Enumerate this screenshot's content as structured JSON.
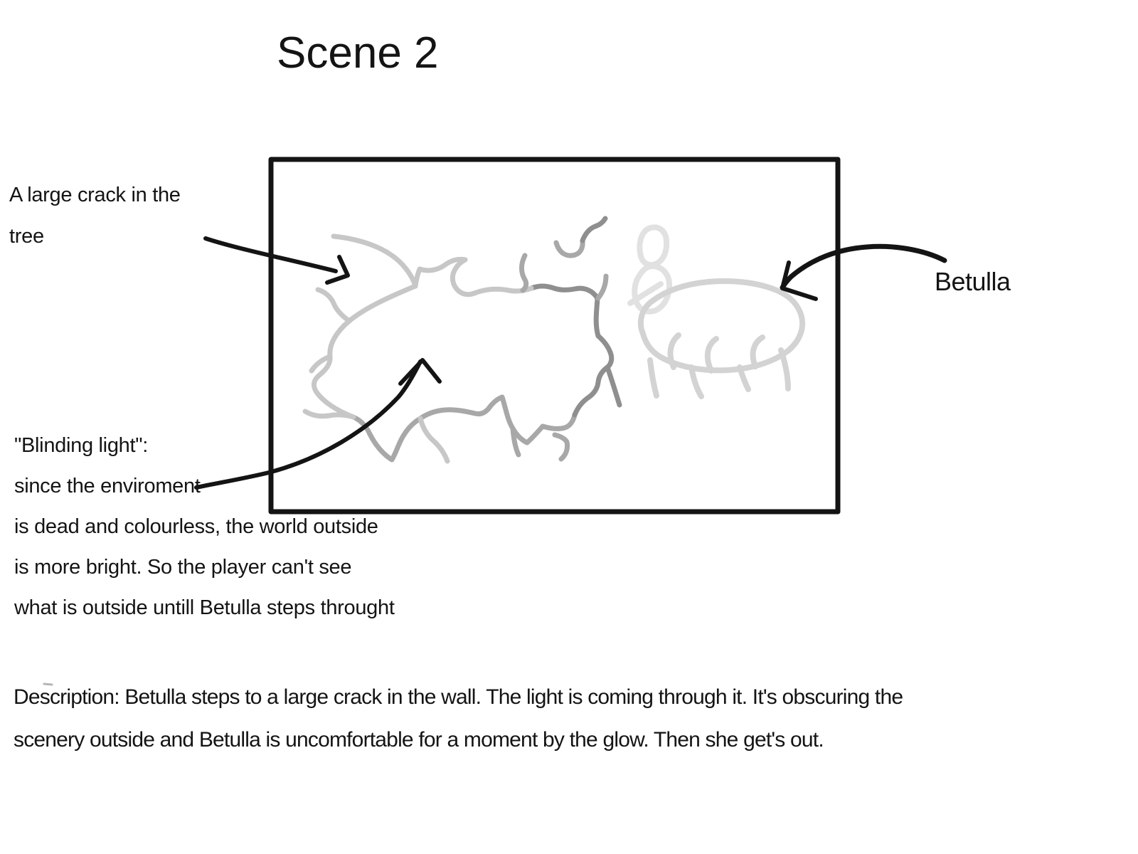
{
  "title": "Scene 2",
  "annotations": {
    "crack": "A large crack in the\ntree",
    "blinding_light": "\"Blinding light\":\nsince the enviroment\nis dead and colourless, the world outside\nis more bright. So the player can't see\nwhat is outside untill Betulla steps throught",
    "betulla": "Betulla"
  },
  "description": "Description: Betulla steps to a large crack in the wall. The light is coming through it. It's obscuring the\nscenery outside and Betulla is uncomfortable for a moment by the glow. Then she get's out.",
  "colors": {
    "ink": "#141414",
    "crack-light": "#c7c7c7",
    "crack-mid": "#a8a8a8",
    "crack-dark": "#8f8f8f",
    "figure-light": "#e1e1e1",
    "figure-mid": "#d3d3d3",
    "background": "#ffffff"
  }
}
